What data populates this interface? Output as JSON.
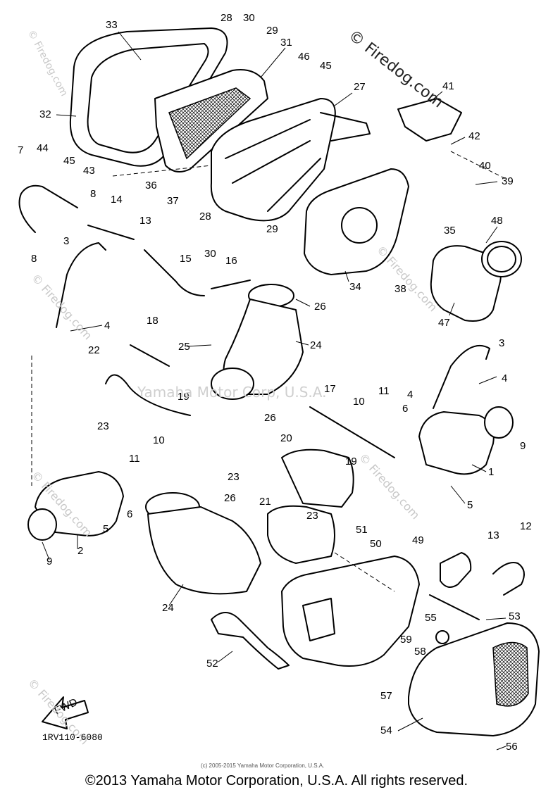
{
  "watermarks": {
    "top": "© Firedog.com",
    "repeat": "© Firedog.com",
    "corporate": "Yamaha Motor Corp, U.S.A."
  },
  "diagram_code": "1RV110-6080",
  "fwd_label": "FWD",
  "small_copyright": "(c) 2005-2015 Yamaha Motor Corporation, U.S.A.",
  "footer_copyright": "©2013 Yamaha Motor Corporation, U.S.A. All rights reserved.",
  "callouts": {
    "c33": "33",
    "c28a": "28",
    "c30a": "30",
    "c29a": "29",
    "c31": "31",
    "c46": "46",
    "c45a": "45",
    "c27": "27",
    "c41": "41",
    "c32": "32",
    "c44": "44",
    "c45b": "45",
    "c43": "43",
    "c42": "42",
    "c40": "40",
    "c39": "39",
    "c7": "7",
    "c36": "36",
    "c37": "37",
    "c8a": "8",
    "c14": "14",
    "c13a": "13",
    "c28b": "28",
    "c29b": "29",
    "c35": "35",
    "c48": "48",
    "c8b": "8",
    "c3a": "3",
    "c30b": "30",
    "c15": "15",
    "c16": "16",
    "c34": "34",
    "c38": "38",
    "c47": "47",
    "c4a": "4",
    "c26a": "26",
    "c18": "18",
    "c25": "25",
    "c24a": "24",
    "c22": "22",
    "c3b": "3",
    "c4b": "4",
    "c19a": "19",
    "c17": "17",
    "c11a": "11",
    "c10a": "10",
    "c6a": "6",
    "c4c": "4",
    "c26b": "26",
    "c23a": "23",
    "c20": "20",
    "c9a": "9",
    "c10b": "10",
    "c11b": "11",
    "c19b": "19",
    "c1": "1",
    "c23b": "23",
    "c21": "21",
    "c5a": "5",
    "c5b": "5",
    "c6b": "6",
    "c26c": "26",
    "c9b": "9",
    "c2": "2",
    "c23c": "23",
    "c51": "51",
    "c50": "50",
    "c49": "49",
    "c13b": "13",
    "c12": "12",
    "c24b": "24",
    "c53": "53",
    "c55": "55",
    "c59": "59",
    "c58": "58",
    "c52": "52",
    "c57": "57",
    "c54": "54",
    "c56": "56"
  }
}
